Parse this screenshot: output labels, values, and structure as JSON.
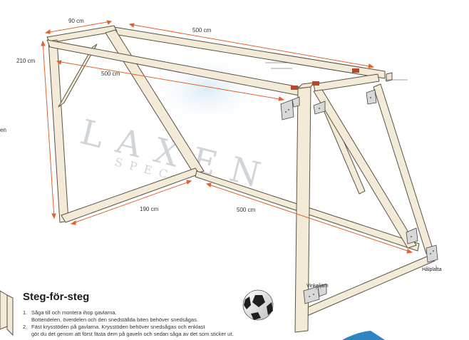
{
  "dimensions": {
    "top_depth": "90 cm",
    "top_width": "500 cm",
    "height": "210 cm",
    "inner_width": "500 cm",
    "bottom_depth": "190 cm",
    "bottom_width": "500 cm"
  },
  "parts": {
    "bracket_label": "Vinkeljärn",
    "plate_label": "Hålplatta"
  },
  "watermark": {
    "main": "LAXEN",
    "sub": "SPEC"
  },
  "edge_text": "en",
  "steps": {
    "title": "Steg-för-steg",
    "items": [
      {
        "num": "1.",
        "lines": [
          "Såga till och montera ihop gavlarna.",
          "Bottendelen, överdelen och den snedställda biten behöver snedsågas."
        ]
      },
      {
        "num": "2.",
        "lines": [
          "Fäst krysstöden på gavlarna. Krysstöden behöver snedsågas och enklast",
          "gör du det genom att först fästa dem på gaveln och sedan såga av det som sticker ut."
        ]
      }
    ]
  },
  "colors": {
    "wood": "#f3ead8",
    "wood_edge": "#5a5245",
    "dimension_line": "#e2622b",
    "metal": "#8a8a8a"
  }
}
